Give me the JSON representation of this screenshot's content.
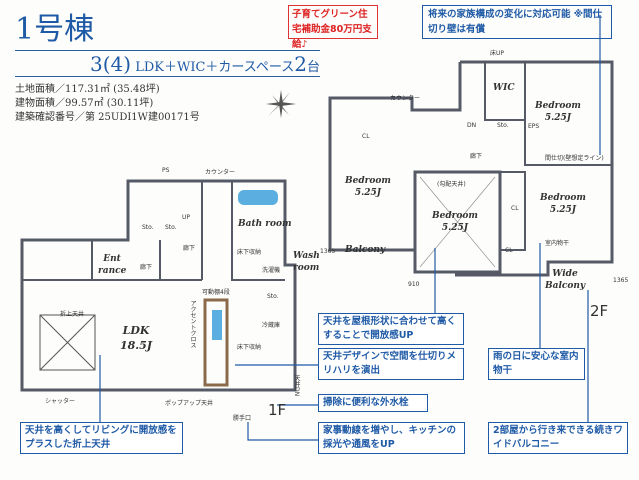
{
  "header": {
    "building": "1号棟",
    "layout_num": "3",
    "layout_paren": "(4)",
    "layout_text": "LDK＋WIC＋カースペース",
    "parking_num": "2",
    "parking_unit": "台"
  },
  "specs": [
    "土地面積／117.31㎡ (35.48坪)",
    "建物面積／99.57㎡ (30.11坪)",
    "建築確認番号／第 25UDI1W建00171号"
  ],
  "promo": "子育てグリーン住宅補助金80万円支給♪",
  "note": "将来の家族構成の変化に対応可能 ※間仕切り壁は有償",
  "floor2": {
    "label": "2F",
    "rooms": [
      {
        "name": "WIC",
        "size": ""
      },
      {
        "name": "Bedroom",
        "size": "5.25J"
      },
      {
        "name": "Bedroom",
        "size": "5.25J"
      },
      {
        "name": "Bedroom",
        "size": "5.25J"
      },
      {
        "name": "Bedroom",
        "size": "5.25J"
      },
      {
        "name": "Balcony",
        "size": ""
      },
      {
        "name": "Wide Balcony",
        "size": ""
      }
    ],
    "labels": {
      "floor_up": "床UP",
      "counter": "カウンター",
      "dn": "DN",
      "sto": "Sto.",
      "eps": "EPS",
      "cl1": "CL",
      "cl2": "CL",
      "cl3": "CL",
      "hall": "廊下",
      "sloped": "(勾配天井)",
      "partition": "間仕切(壁想定ライン)",
      "indoor_dry": "室内物干",
      "dim1": "1365",
      "dim2": "910",
      "dim3": "1365"
    }
  },
  "floor1": {
    "label": "1F",
    "rooms": [
      {
        "name": "Ent rance",
        "size": ""
      },
      {
        "name": "LDK",
        "size": "18.5J"
      },
      {
        "name": "Bath room",
        "size": ""
      },
      {
        "name": "Wash room",
        "size": ""
      }
    ],
    "labels": {
      "ps": "PS",
      "counter": "カウンター",
      "up": "UP",
      "sto1": "Sto.",
      "sto2": "Sto.",
      "sto3": "Sto.",
      "hall1": "廊下",
      "hall2": "廊下",
      "underfloor1": "床下収納",
      "underfloor2": "床下収納",
      "washer": "洗濯機",
      "shelf": "可動棚4段",
      "accent": "アクセントクロス",
      "fridge": "冷蔵庫",
      "folded": "折上天井",
      "shutter": "シャッター",
      "popup": "ポップアップ天井",
      "ceiling_dn": "天井DN",
      "back_door": "勝手口"
    }
  },
  "callouts": [
    "天井を屋根形状に合わせて高くすることで開放感UP",
    "天井デザインで空間を仕切りメリハリを演出",
    "掃除に便利な外水栓",
    "家事動線を増やし、キッチンの採光や通風をUP",
    "雨の日に安心な室内物干",
    "2部屋から行き来できる続きワイドバルコニー",
    "天井を高くしてリビングに開放感をプラスした折上天井"
  ],
  "colors": {
    "accent": "#1f5aa6",
    "promo": "#d33333",
    "wall": "#555a66",
    "water": "#5aaee0"
  }
}
